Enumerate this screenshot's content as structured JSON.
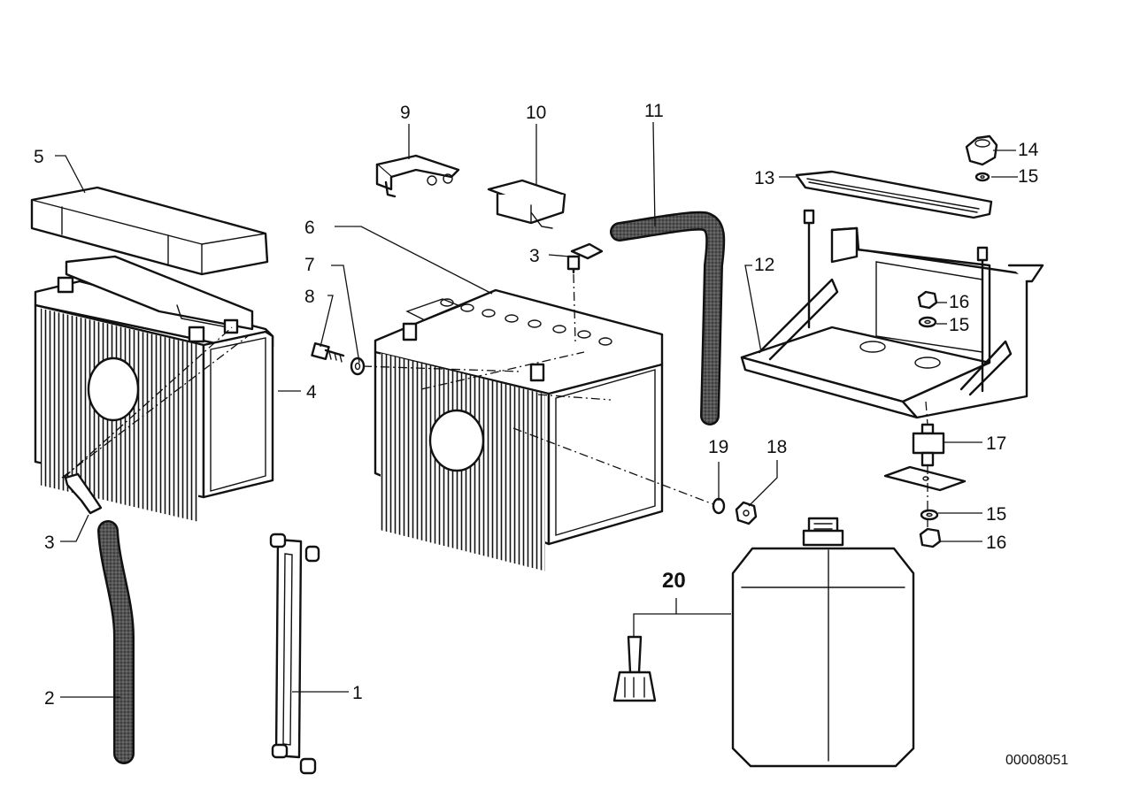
{
  "callouts": {
    "c1": "1",
    "c2": "2",
    "c3a": "3",
    "c3b": "3",
    "c4": "4",
    "c5": "5",
    "c6": "6",
    "c7": "7",
    "c8": "8",
    "c9": "9",
    "c10": "10",
    "c11": "11",
    "c12": "12",
    "c13": "13",
    "c14": "14",
    "c15a": "15",
    "c15b": "15",
    "c15c": "15",
    "c16a": "16",
    "c16b": "16",
    "c17": "17",
    "c18": "18",
    "c19": "19",
    "c20": "20"
  },
  "diagram_code": "00008051"
}
